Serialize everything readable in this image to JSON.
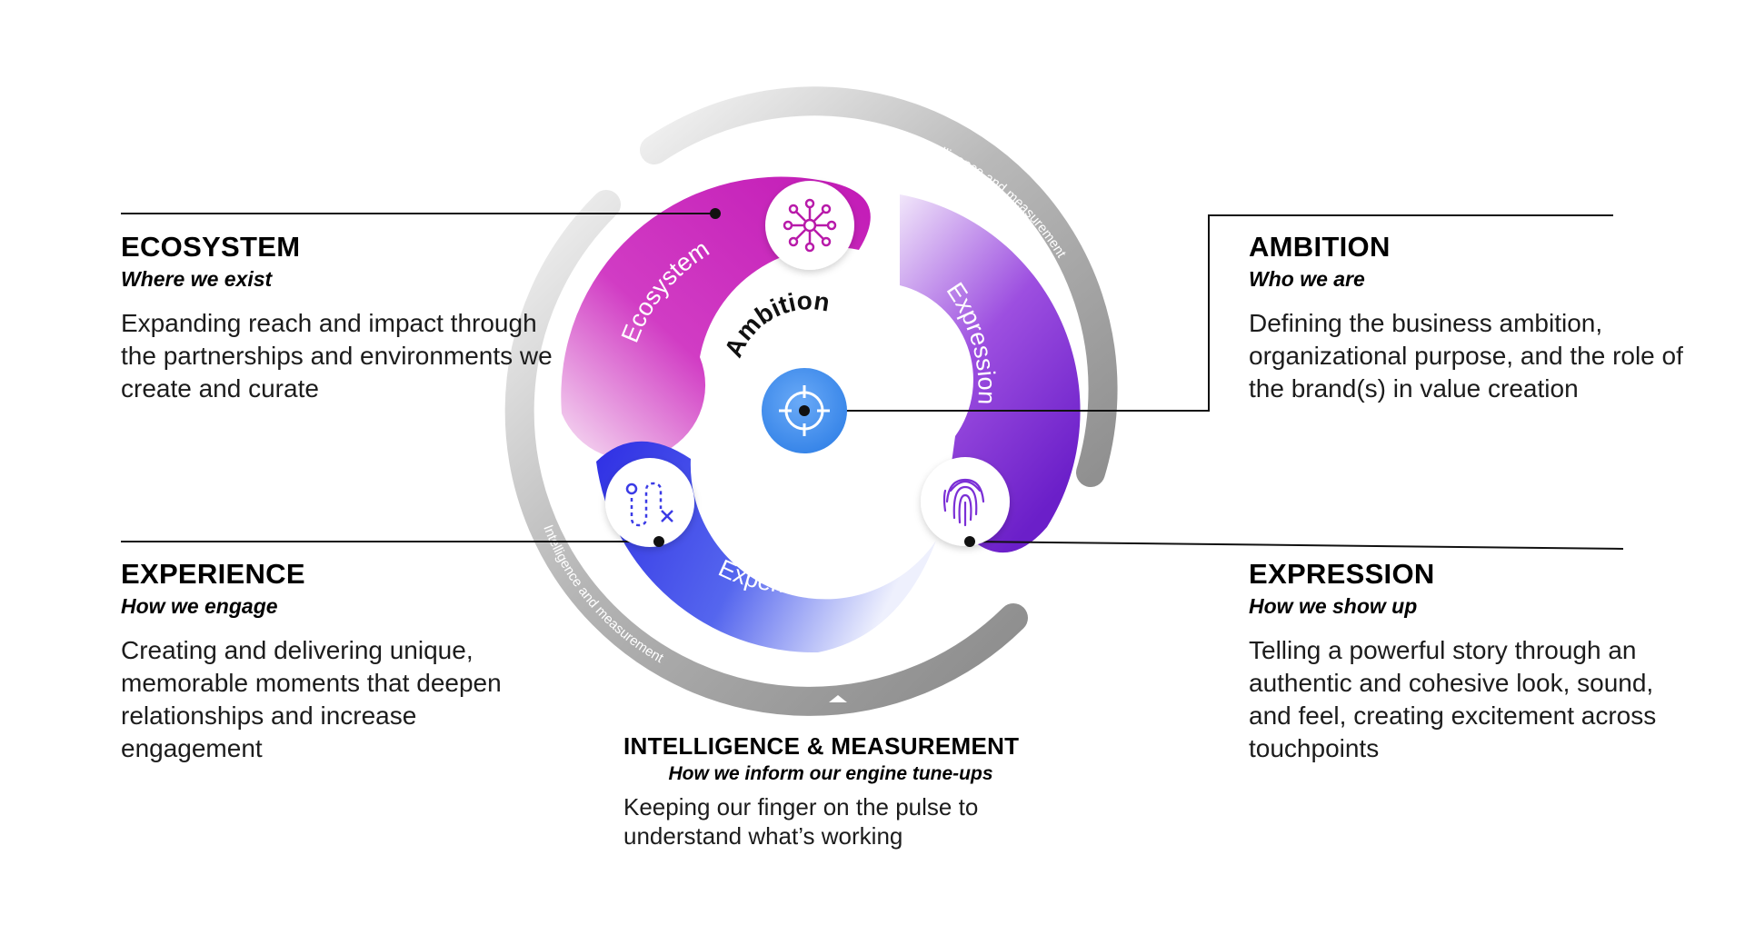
{
  "ring": {
    "label_top": "Intelligence and measurement",
    "label_bottom": "Intelligence and measurement"
  },
  "segments": {
    "ecosystem": "Ecosystem",
    "expression": "Expression",
    "experience": "Experience",
    "center": "Ambition"
  },
  "ecosystem": {
    "title": "ECOSYSTEM",
    "subtitle": "Where we exist",
    "description": "Expanding reach and impact through the partnerships and environments we create and curate"
  },
  "ambition": {
    "title": "AMBITION",
    "subtitle": "Who we are",
    "description": "Defining the business ambition, organizational purpose, and the role of the brand(s) in value creation"
  },
  "experience": {
    "title": "EXPERIENCE",
    "subtitle": "How we engage",
    "description": "Creating and delivering unique, memorable moments that deepen relationships and increase engagement"
  },
  "expression": {
    "title": "EXPRESSION",
    "subtitle": "How we show up",
    "description": "Telling a powerful story through an authentic and cohesive look, sound, and feel, creating excitement across touchpoints"
  },
  "intelligence": {
    "title": "INTELLIGENCE & MEASUREMENT",
    "subtitle": "How we inform our engine tune-ups",
    "description": "Keeping our finger on the pulse to understand what’s working"
  },
  "icons": {
    "ecosystem": "network-icon",
    "ambition": "target-icon",
    "experience": "journey-path-icon",
    "expression": "fingerprint-icon"
  },
  "colors": {
    "ecosystem": "#c81cb4",
    "expression": "#7a26d4",
    "experience": "#3a3ae8",
    "ambition": "#3d8ff0",
    "ring": "#9c9c9c",
    "lines": "#111111"
  }
}
